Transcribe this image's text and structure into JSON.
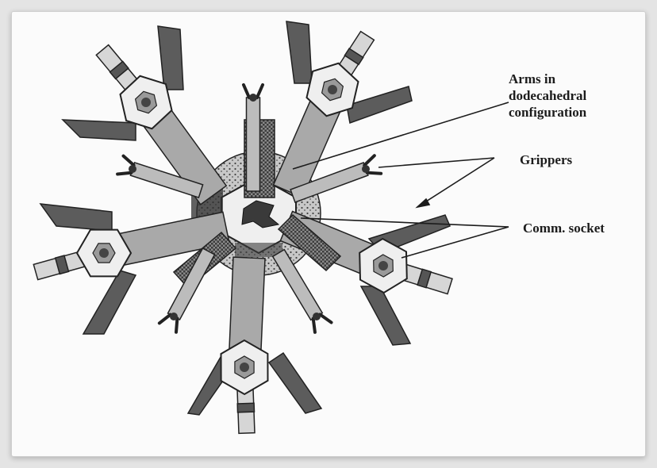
{
  "labels": {
    "arms": [
      "Arms in",
      "dodecahedral",
      "configuration"
    ],
    "grippers": "Grippers",
    "socket": "Comm. socket"
  },
  "colors": {
    "ink": "#1c1c1c",
    "arm_fill": "#a9a9a9",
    "panel_fill": "#5c5c5c",
    "checker_fill": "#7d7d7d"
  }
}
